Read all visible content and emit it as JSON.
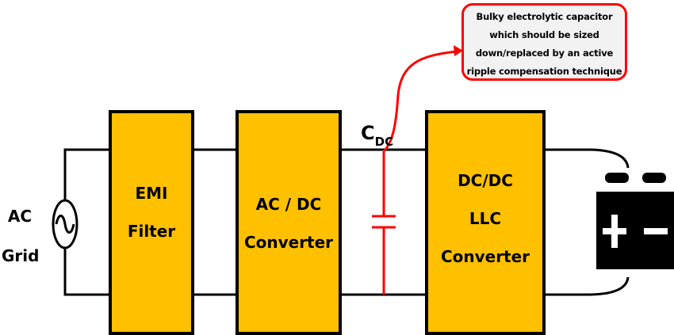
{
  "diagram": {
    "source": {
      "line1": "AC",
      "line2": "Grid"
    },
    "blocks": [
      {
        "id": "emi",
        "line1": "EMI",
        "line2": "Filter"
      },
      {
        "id": "acdc",
        "line1": "AC / DC",
        "line2": "Converter"
      },
      {
        "id": "dcdc",
        "line1": "DC/DC",
        "line2": "LLC",
        "line3": "Converter"
      }
    ],
    "capacitor": {
      "label_main": "C",
      "label_sub": "DC"
    },
    "annotation": "Bulky electrolytic capacitor which should be sized down/replaced by an active ripple compensation technique",
    "battery": {
      "plus": "+",
      "minus": "−"
    },
    "colors": {
      "block_fill": "#FFC000",
      "highlight": "#FF0000",
      "note_fill": "#F2F2F2",
      "wire": "#000000"
    }
  }
}
